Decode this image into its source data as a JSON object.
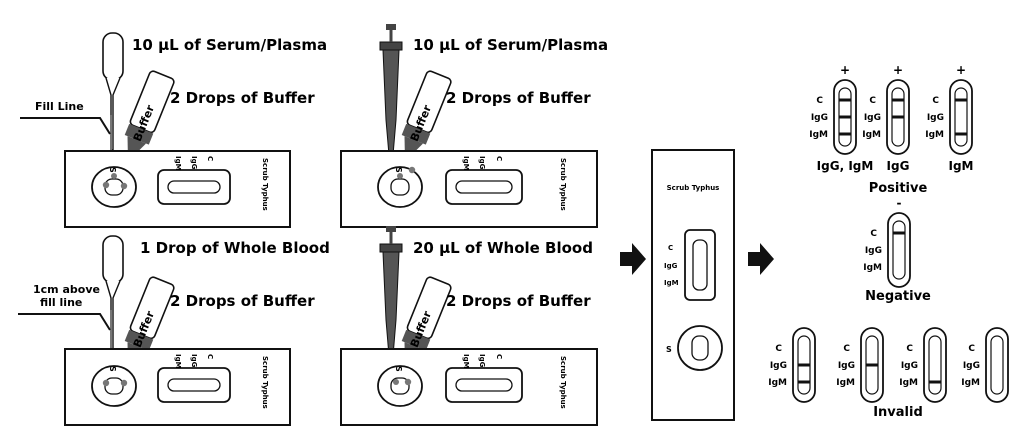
{
  "panels": {
    "top_left": {
      "specimen": "10 µL of Serum/Plasma",
      "buffer": "2 Drops of Buffer",
      "line_note": "Fill  Line"
    },
    "top_right": {
      "specimen": "10 µL of Serum/Plasma",
      "buffer": "2 Drops of Buffer"
    },
    "bottom_left": {
      "specimen": "1 Drop of Whole Blood",
      "buffer": "2 Drops of Buffer",
      "line_note_1": "1cm above",
      "line_note_2": "fill line"
    },
    "bottom_right": {
      "specimen": "20 µL of Whole Blood",
      "buffer": "2 Drops of Buffer"
    }
  },
  "bottle_label": "Buffer",
  "cassette": {
    "title": "Scrub Typhus",
    "s": "S",
    "igm": "IgM",
    "igg": "IgG",
    "c": "C"
  },
  "results": {
    "marks": {
      "C": "C",
      "IgG": "IgG",
      "IgM": "IgM"
    },
    "plus": "+",
    "minus": "-",
    "positive_label": "Positive",
    "negative_label": "Negative",
    "invalid_label": "Invalid",
    "positive_cases": [
      "IgG, IgM",
      "IgG",
      "IgM"
    ]
  }
}
